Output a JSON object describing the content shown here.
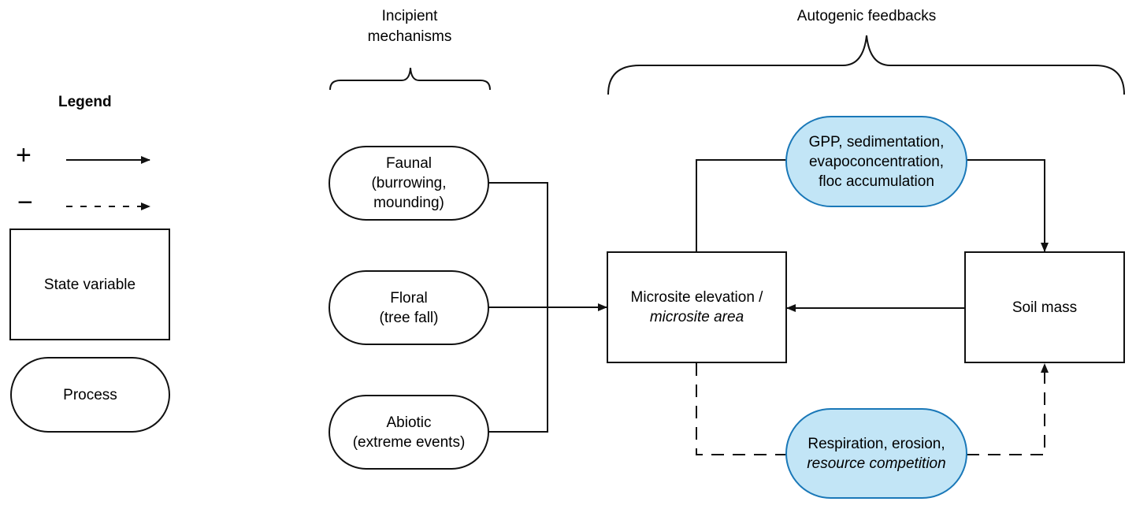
{
  "legend": {
    "title": "Legend",
    "positive_symbol": "+",
    "negative_symbol": "−",
    "state_variable_label": "State variable",
    "process_label": "Process"
  },
  "groups": {
    "incipient": {
      "line1": "Incipient",
      "line2": "mechanisms"
    },
    "autogenic": {
      "label": "Autogenic feedbacks"
    }
  },
  "incipient_processes": [
    {
      "line1": "Faunal",
      "line2": "(burrowing,",
      "line3": "mounding)"
    },
    {
      "line1": "Floral",
      "line2": "(tree fall)"
    },
    {
      "line1": "Abiotic",
      "line2": "(extreme events)"
    }
  ],
  "state_variables": {
    "microsite": {
      "line1": "Microsite elevation /",
      "line2_italic": "microsite area"
    },
    "soil": {
      "label": "Soil mass"
    }
  },
  "feedback_processes": {
    "positive": {
      "line1": "GPP, sedimentation,",
      "line2": "evapoconcentration,",
      "line3": "floc accumulation"
    },
    "negative": {
      "line1": "Respiration, erosion,",
      "line2_italic": "resource competition"
    }
  },
  "colors": {
    "feedback_fill": "#c2e5f6",
    "feedback_border": "#1a78b8",
    "stroke": "#111111"
  }
}
